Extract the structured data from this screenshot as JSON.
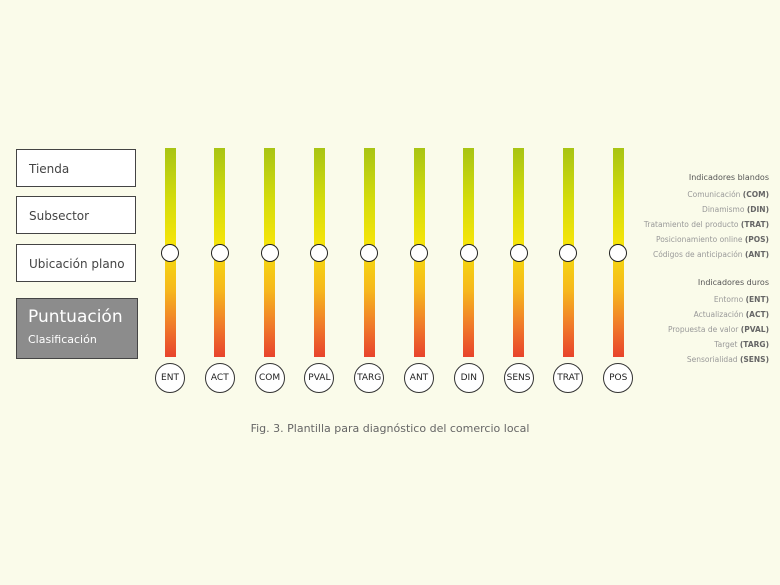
{
  "fields": {
    "tienda": "Tienda",
    "subsector": "Subsector",
    "ubicacion": "Ubicación plano"
  },
  "score": {
    "title": "Puntuación",
    "subtitle": "Clasificación"
  },
  "indicators": [
    "ENT",
    "ACT",
    "COM",
    "PVAL",
    "TARG",
    "ANT",
    "DIN",
    "SENS",
    "TRAT",
    "POS"
  ],
  "legend": {
    "soft_title": "Indicadores blandos",
    "soft": [
      {
        "label": "Comunicación",
        "code": "(COM)"
      },
      {
        "label": "Dinamismo",
        "code": "(DIN)"
      },
      {
        "label": "Tratamiento del producto",
        "code": "(TRAT)"
      },
      {
        "label": "Posicionamiento online",
        "code": "(POS)"
      },
      {
        "label": "Códigos de anticipación",
        "code": "(ANT)"
      }
    ],
    "hard_title": "Indicadores duros",
    "hard": [
      {
        "label": "Entorno",
        "code": "(ENT)"
      },
      {
        "label": "Actualización",
        "code": "(ACT)"
      },
      {
        "label": "Propuesta de valor",
        "code": "(PVAL)"
      },
      {
        "label": "Target",
        "code": "(TARG)"
      },
      {
        "label": "Sensorialidad",
        "code": "(SENS)"
      }
    ]
  },
  "caption": "Fig. 3. Plantilla para diagnóstico del comercio local"
}
